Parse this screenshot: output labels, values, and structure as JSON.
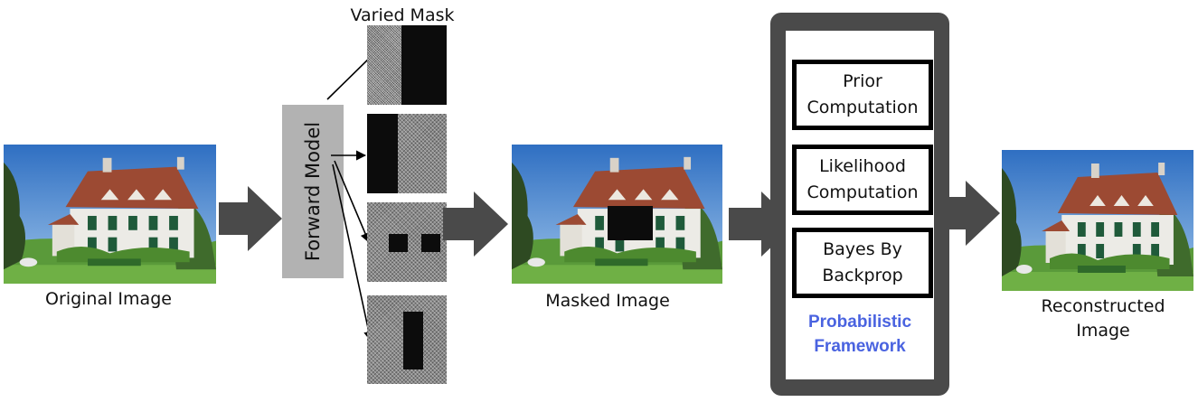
{
  "captions": {
    "original": "Original Image",
    "varied_mask": "Varied Mask",
    "masked": "Masked Image",
    "reconstructed": "Reconstructed Image"
  },
  "forward_model": "Forward Model",
  "framework": {
    "stages": [
      "Prior Computation",
      "Likelihood Computation",
      "Bayes By Backprop"
    ],
    "title": "Probabilistic Framework"
  },
  "colors": {
    "arrow": "#4a4a4a",
    "framework_frame": "#4a4a4a",
    "framework_title": "#4a63e0",
    "forward_model_box": "#b2b2b2"
  }
}
